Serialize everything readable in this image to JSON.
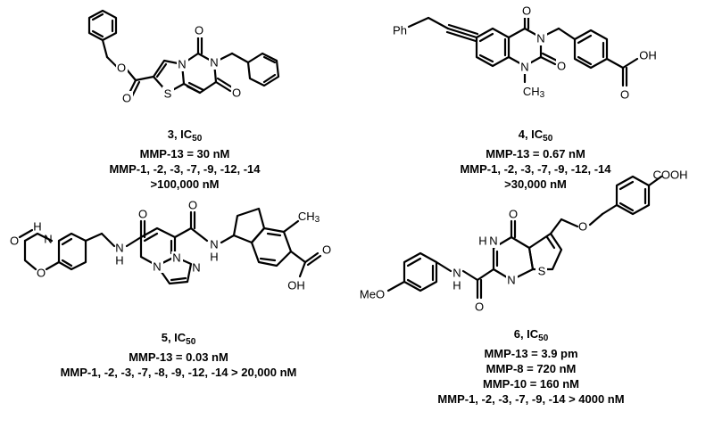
{
  "compounds": [
    {
      "number": "3",
      "ic_suffix": ", IC",
      "ic_sub": "50",
      "lines": [
        "MMP-13 = 30 nM",
        "MMP-1, -2, -3, -7, -9, -12, -14",
        ">100,000 nM"
      ],
      "atoms": [
        "O",
        "O",
        "O",
        "N",
        "O",
        "N",
        "S",
        "O"
      ]
    },
    {
      "number": "4",
      "ic_suffix": ", IC",
      "ic_sub": "50",
      "lines": [
        "MMP-13 = 0.67 nM",
        "MMP-1, -2, -3, -7, -9, -12, -14",
        ">30,000 nM"
      ],
      "atoms": [
        "Ph",
        "O",
        "N",
        "N",
        "O",
        "CH3",
        "O",
        "OH"
      ]
    },
    {
      "number": "5",
      "ic_suffix": ", IC",
      "ic_sub": "50",
      "lines": [
        "MMP-13 = 0.03 nM",
        "MMP-1, -2, -3, -7, -8, -9, -12, -14 > 20,000 nM"
      ],
      "atoms": [
        "O",
        "H",
        "N",
        "O",
        "O",
        "N",
        "H",
        "N",
        "N",
        "N",
        "O",
        "N",
        "H",
        "CH3",
        "O",
        "OH"
      ]
    },
    {
      "number": "6",
      "ic_suffix": ", IC",
      "ic_sub": "50",
      "lines": [
        "MMP-13 = 3.9 pm",
        "MMP-8 = 720 nM",
        "MMP-10 = 160 nM",
        "MMP-1, -2, -3, -7, -9, -14 > 4000 nM"
      ],
      "atoms": [
        "COOH",
        "O",
        "O",
        "H",
        "N",
        "N",
        "S",
        "MeO",
        "N",
        "H",
        "O"
      ]
    }
  ]
}
